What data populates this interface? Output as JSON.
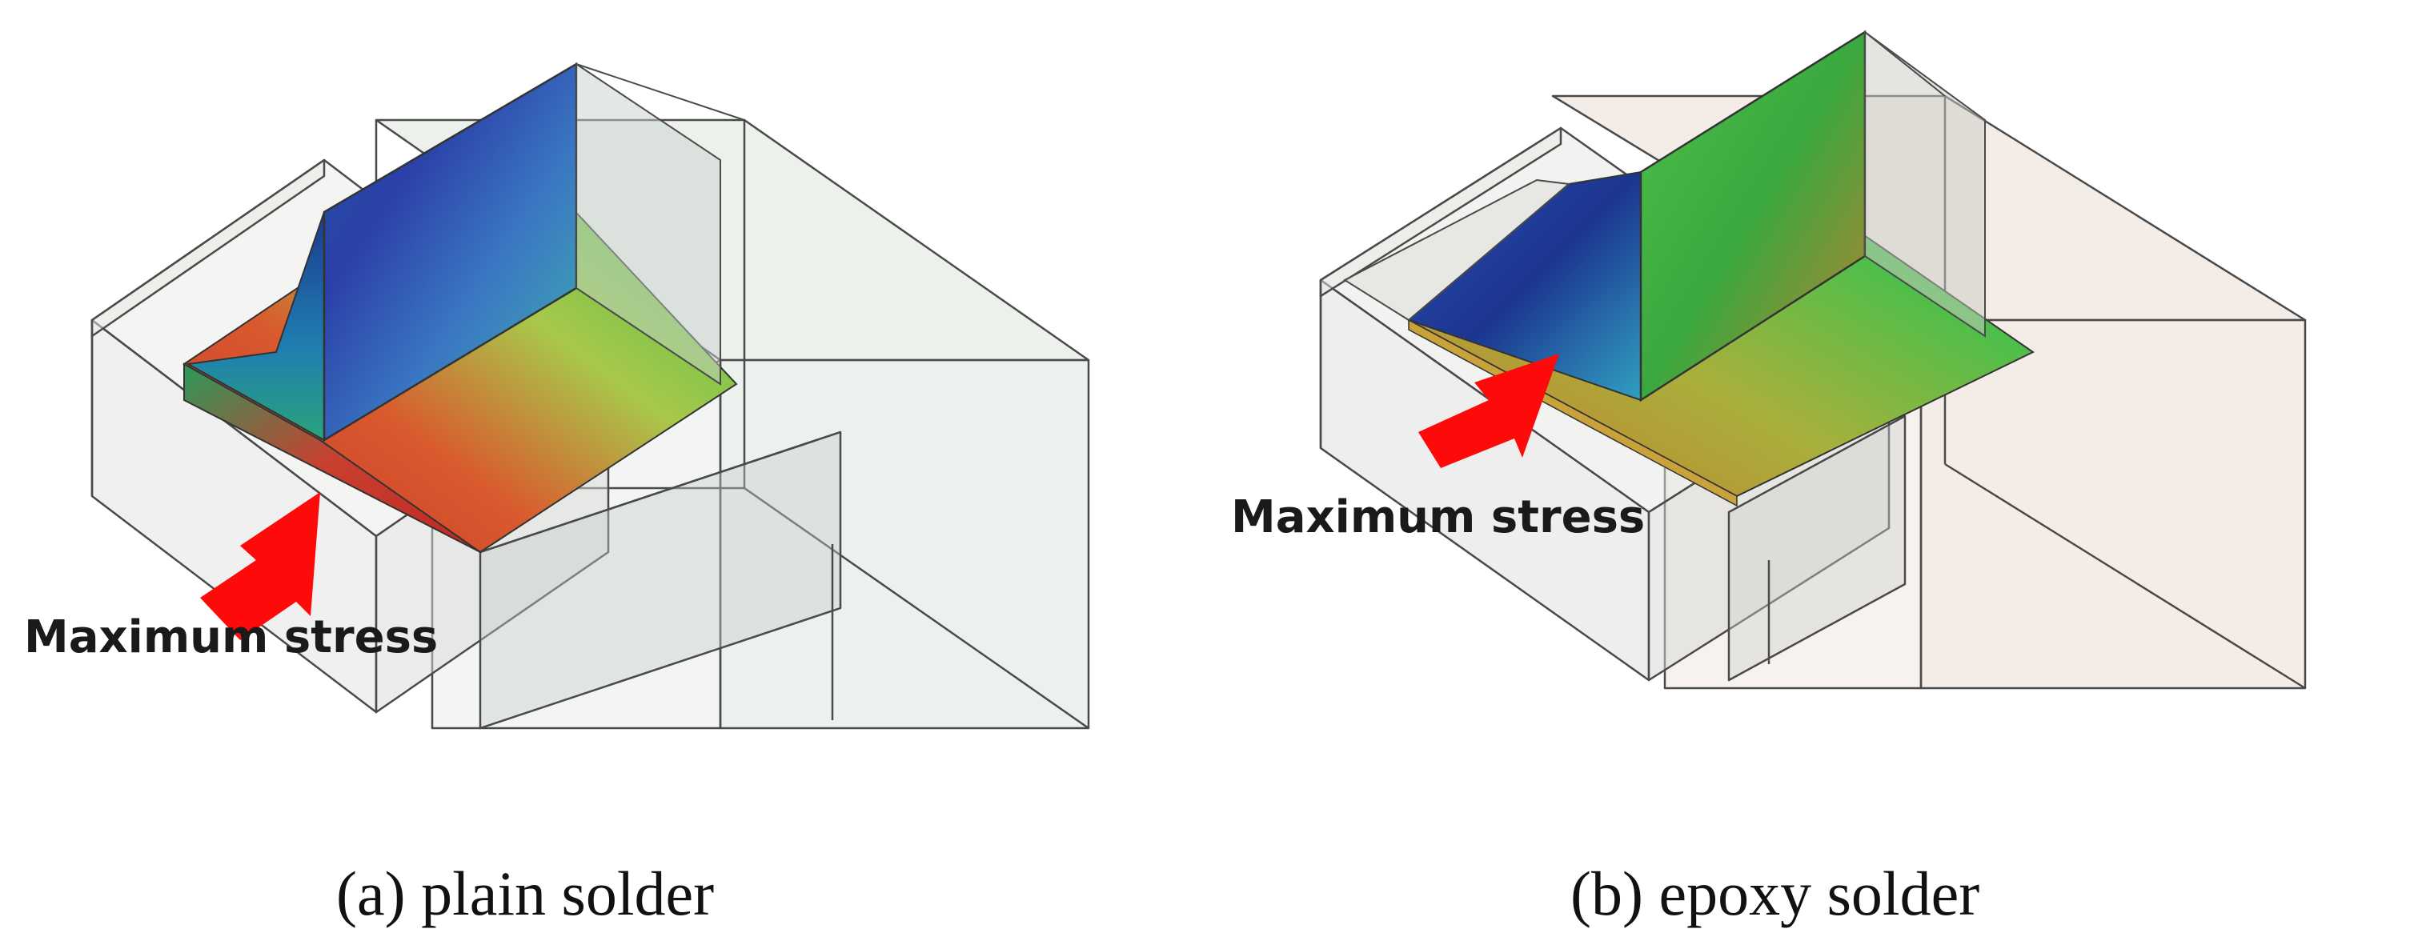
{
  "panels": [
    {
      "caption": "(a) plain solder",
      "annotation": "Maximum stress"
    },
    {
      "caption": "(b) epoxy solder",
      "annotation": "Maximum stress"
    }
  ],
  "colors": {
    "arrow": "#ff0a0a",
    "max_stress": "#c8322a",
    "low_stress": "#1e2f9a",
    "mid_stress": "#3cb84a",
    "box_edge": "#4a4a4a"
  }
}
